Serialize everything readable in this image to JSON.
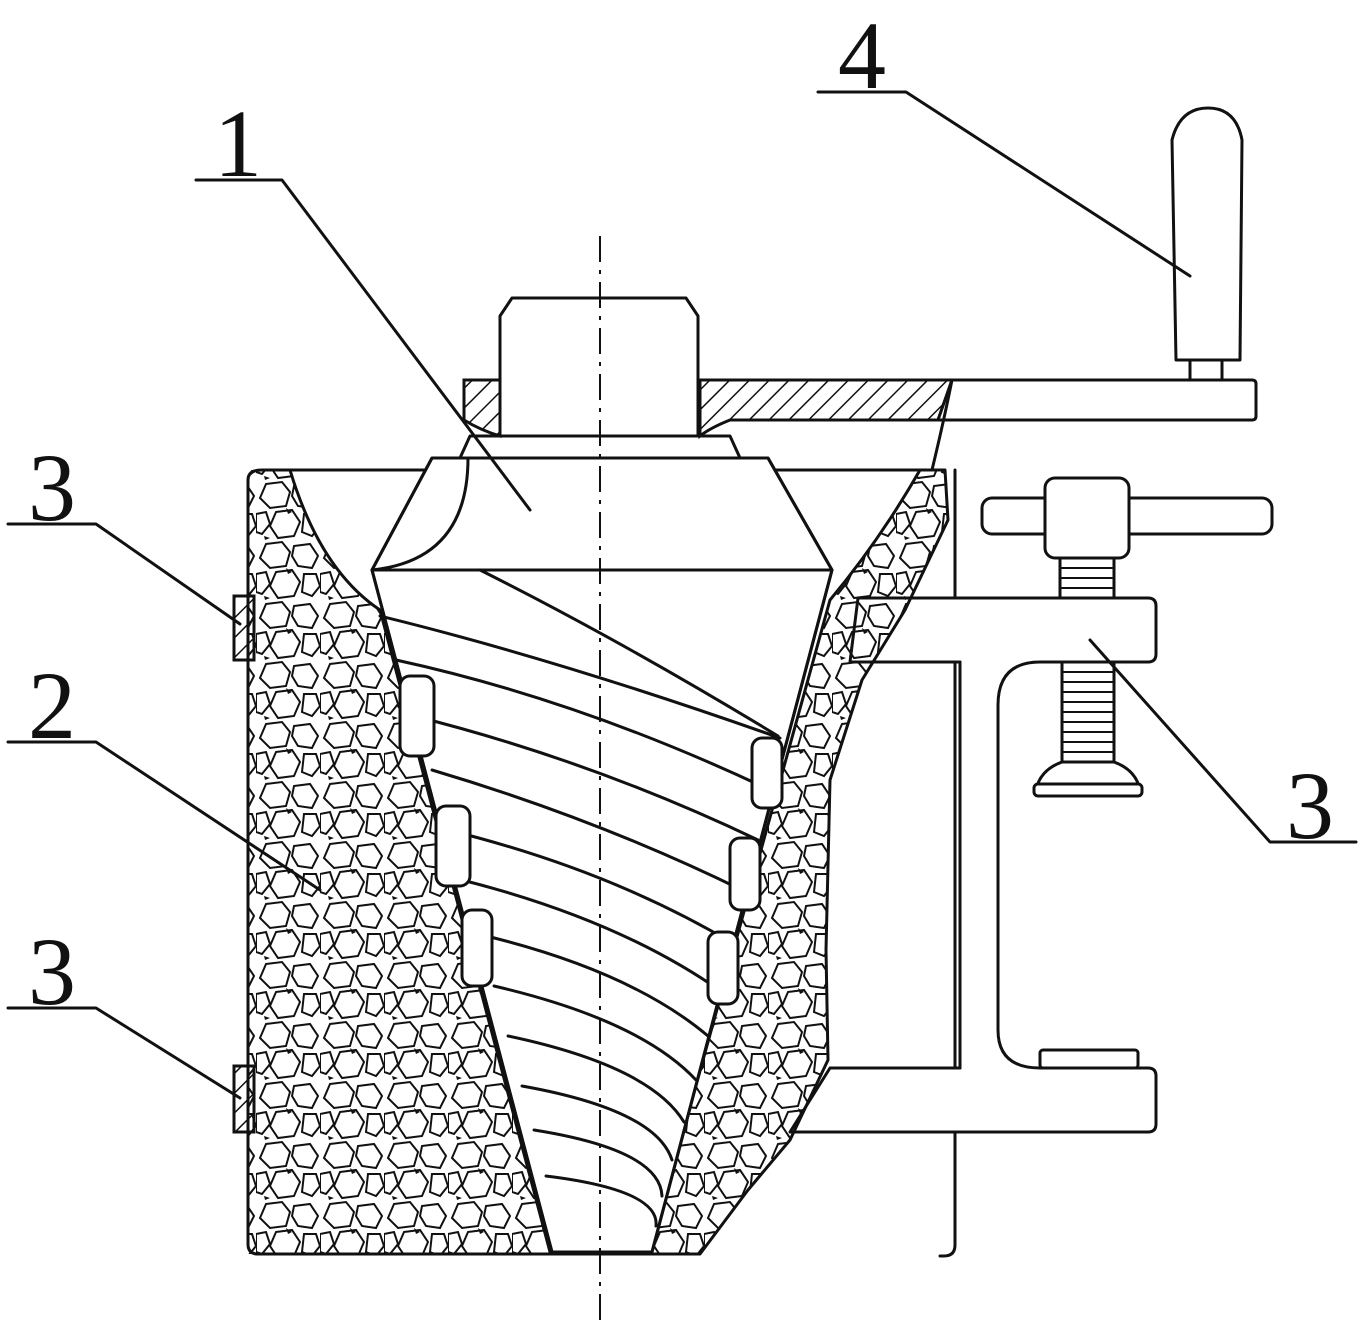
{
  "labels": {
    "part1": "1",
    "part2": "2",
    "part3_upper_left": "3",
    "part3_lower_left": "3",
    "part3_right": "3",
    "part4": "4"
  },
  "colors": {
    "line": "#111111",
    "background": "#ffffff"
  }
}
